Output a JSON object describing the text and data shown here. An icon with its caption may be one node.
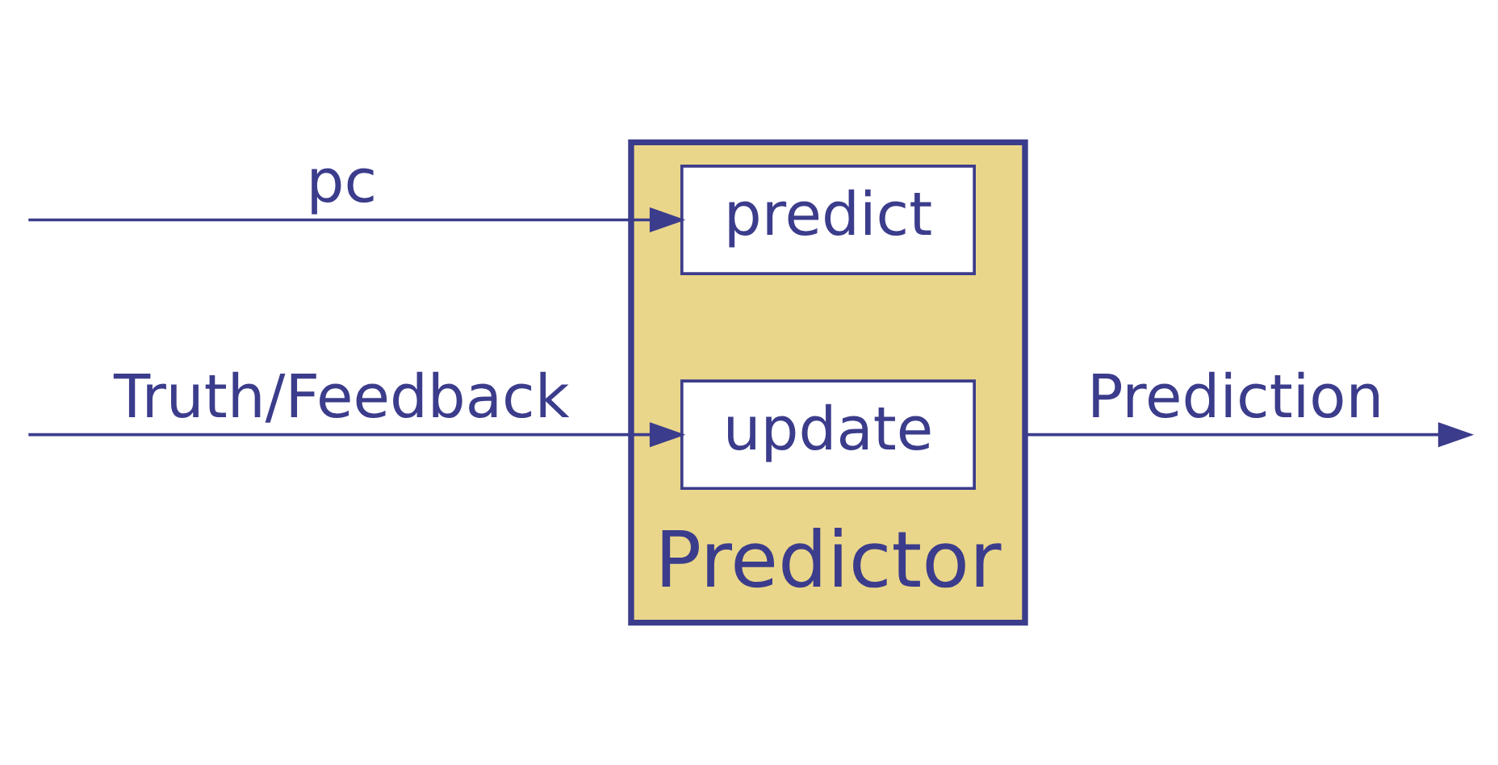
{
  "diagram": {
    "nodes": [
      {
        "text": [
          "Predictor"
        ]
      },
      {
        "text": [
          "update"
        ],
        "in": 0
      },
      {
        "text": [
          "predict"
        ],
        "in": 0
      }
    ],
    "edges": [
      {
        "from": null,
        "to": 2,
        "arrow": "to",
        "label": "pc"
      },
      {
        "from": null,
        "to": 1,
        "arrow": "to",
        "label": "Truth/Feedback"
      },
      {
        "from": 0,
        "to": null,
        "arrow": "to",
        "label": "Prediction"
      }
    ]
  }
}
